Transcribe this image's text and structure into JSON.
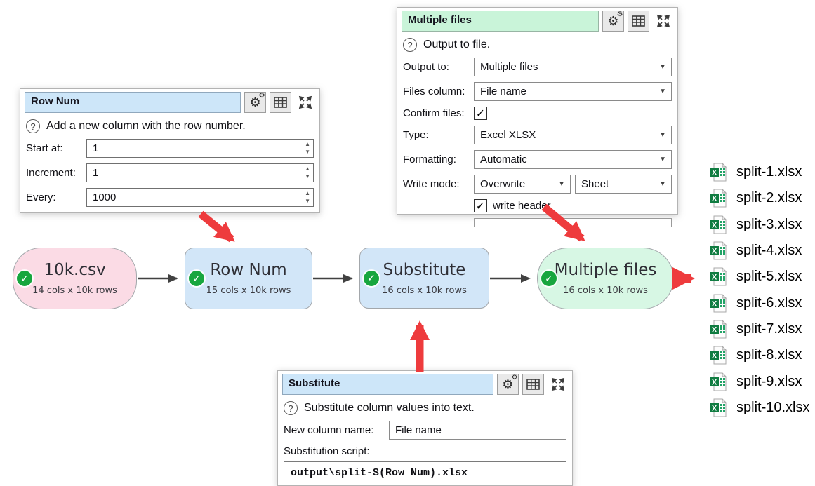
{
  "icons": {
    "gear": "⚙",
    "help": "?",
    "check": "✓",
    "dropdown_arrow": "▼",
    "spin_up": "▲",
    "spin_down": "▼"
  },
  "colors": {
    "panel_title_blue": "#cde6f9",
    "panel_title_green": "#c9f4d9",
    "node_pink": "#fbdbe5",
    "node_blue": "#d2e6f8",
    "node_green": "#d7f7e4",
    "status_green": "#17a63e",
    "annotation_red": "#ee3b3d",
    "excel_green": "#107c41"
  },
  "panels": {
    "row_num": {
      "title": "Row Num",
      "help": "Add a new column with the row number.",
      "fields": [
        {
          "label": "Start at:",
          "value": "1"
        },
        {
          "label": "Increment:",
          "value": "1"
        },
        {
          "label": "Every:",
          "value": "1000"
        }
      ]
    },
    "multiple_files": {
      "title": "Multiple files",
      "help": "Output to file.",
      "output_to_label": "Output to:",
      "output_to_value": "Multiple files",
      "files_column_label": "Files column:",
      "files_column_value": "File name",
      "confirm_files_label": "Confirm files:",
      "type_label": "Type:",
      "type_value": "Excel XLSX",
      "formatting_label": "Formatting:",
      "formatting_value": "Automatic",
      "write_mode_label": "Write mode:",
      "write_mode_value": "Overwrite",
      "write_mode_value2": "Sheet",
      "write_header_label": "write header"
    },
    "substitute": {
      "title": "Substitute",
      "help": "Substitute column values into text.",
      "new_column_label": "New column name:",
      "new_column_value": "File name",
      "script_label": "Substitution script:",
      "script_value": "output\\split-$(Row Num).xlsx"
    }
  },
  "flow": {
    "nodes": [
      {
        "title": "10k.csv",
        "subtitle": "14 cols x 10k rows"
      },
      {
        "title": "Row Num",
        "subtitle": "15 cols x 10k rows"
      },
      {
        "title": "Substitute",
        "subtitle": "16 cols x 10k rows"
      },
      {
        "title": "Multiple files",
        "subtitle": "16 cols x 10k rows"
      }
    ]
  },
  "files": [
    "split-1.xlsx",
    "split-2.xlsx",
    "split-3.xlsx",
    "split-4.xlsx",
    "split-5.xlsx",
    "split-6.xlsx",
    "split-7.xlsx",
    "split-8.xlsx",
    "split-9.xlsx",
    "split-10.xlsx"
  ]
}
